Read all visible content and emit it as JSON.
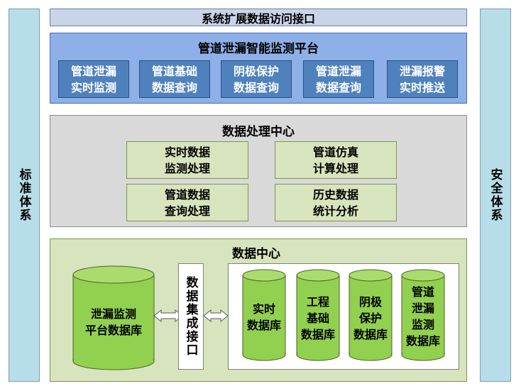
{
  "left_side": {
    "label": "标准体系"
  },
  "right_side": {
    "label": "安全体系"
  },
  "top_interface": {
    "label": "系统扩展数据访问接口"
  },
  "platform": {
    "title": "管道泄漏智能监测平台",
    "modules": [
      {
        "label": "管道泄漏\n实时监测"
      },
      {
        "label": "管道基础\n数据查询"
      },
      {
        "label": "阴极保护\n数据查询"
      },
      {
        "label": "管道泄漏\n数据查询"
      },
      {
        "label": "泄漏报警\n实时推送"
      }
    ]
  },
  "processing_center": {
    "title": "数据处理中心",
    "boxes": [
      {
        "label": "实时数据\n监测处理"
      },
      {
        "label": "管道仿真\n计算处理"
      },
      {
        "label": "管道数据\n查询处理"
      },
      {
        "label": "历史数据\n统计分析"
      }
    ]
  },
  "data_center": {
    "title": "数据中心",
    "main_db": {
      "label": "泄漏监测\n平台数据库"
    },
    "integration_interface": {
      "label": "数据集成接口"
    },
    "databases": [
      {
        "label": "实时\n数据库"
      },
      {
        "label": "工程\n基础\n数据库"
      },
      {
        "label": "阴极\n保护\n数据库"
      },
      {
        "label": "管道\n泄漏\n监测\n数据库"
      }
    ]
  },
  "colors": {
    "side": "#b7dde8",
    "platform": "#8eb0e8",
    "module": "#4f81bd",
    "processing": "#d9d9d9",
    "green_box": "#d7e4bd",
    "cylinder": "#92d050"
  }
}
